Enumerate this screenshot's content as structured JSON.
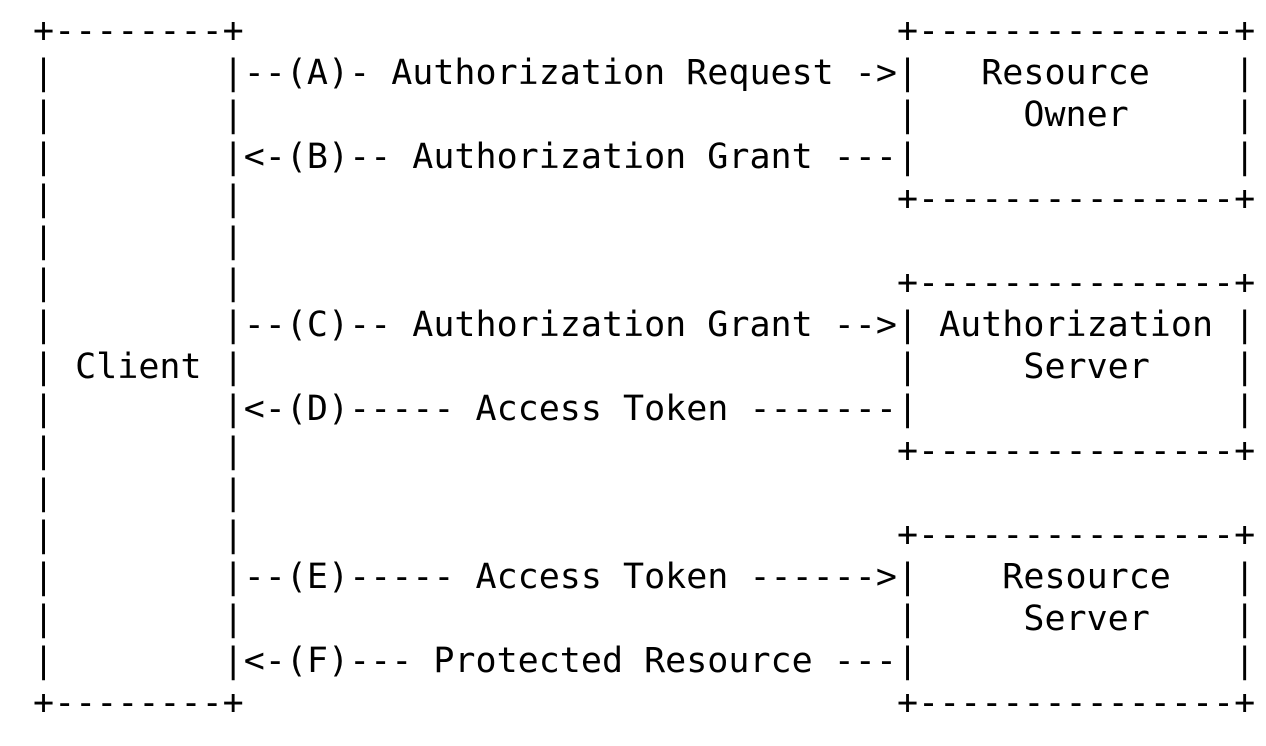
{
  "colors": {
    "foreground": "#000000",
    "background": "#ffffff"
  },
  "diagram": {
    "lines": [
      "+--------+                               +---------------+",
      "|        |--(A)- Authorization Request ->|   Resource    |",
      "|        |                               |     Owner     |",
      "|        |<-(B)-- Authorization Grant ---|               |",
      "|        |                               +---------------+",
      "|        |",
      "|        |                               +---------------+",
      "|        |--(C)-- Authorization Grant -->| Authorization |",
      "| Client |                               |     Server    |",
      "|        |<-(D)----- Access Token -------|               |",
      "|        |                               +---------------+",
      "|        |",
      "|        |                               +---------------+",
      "|        |--(E)----- Access Token ------>|    Resource   |",
      "|        |                               |     Server    |",
      "|        |<-(F)--- Protected Resource ---|               |",
      "+--------+                               +---------------+"
    ]
  },
  "flow": {
    "entities": [
      "Client",
      "Resource Owner",
      "Authorization Server",
      "Resource Server"
    ],
    "steps": [
      {
        "id": "A",
        "label": "Authorization Request",
        "from": "Client",
        "to": "Resource Owner"
      },
      {
        "id": "B",
        "label": "Authorization Grant",
        "from": "Resource Owner",
        "to": "Client"
      },
      {
        "id": "C",
        "label": "Authorization Grant",
        "from": "Client",
        "to": "Authorization Server"
      },
      {
        "id": "D",
        "label": "Access Token",
        "from": "Authorization Server",
        "to": "Client"
      },
      {
        "id": "E",
        "label": "Access Token",
        "from": "Client",
        "to": "Resource Server"
      },
      {
        "id": "F",
        "label": "Protected Resource",
        "from": "Resource Server",
        "to": "Client"
      }
    ]
  }
}
